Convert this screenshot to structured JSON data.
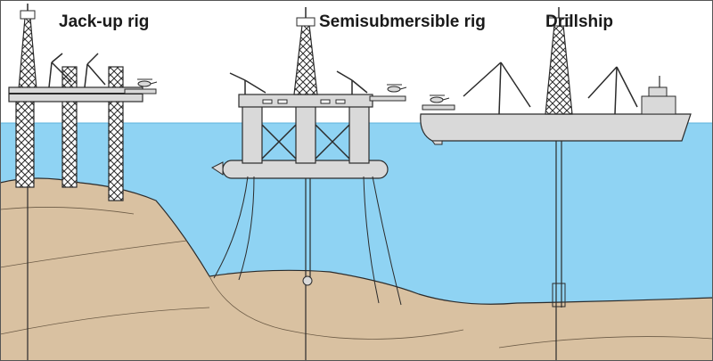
{
  "labels": {
    "jackup": "Jack-up rig",
    "semi": "Semisubmersible rig",
    "drillship": "Drillship"
  },
  "colors": {
    "sky": "#ffffff",
    "water": "#8fd3f3",
    "seabed": "#d9c1a1",
    "structure": "#d9d9d9",
    "outline": "#2b2b2b",
    "frame": "#555555"
  },
  "icons": {
    "helicopter": "helicopter-icon",
    "crane": "crane-icon",
    "derrick": "derrick-icon"
  }
}
